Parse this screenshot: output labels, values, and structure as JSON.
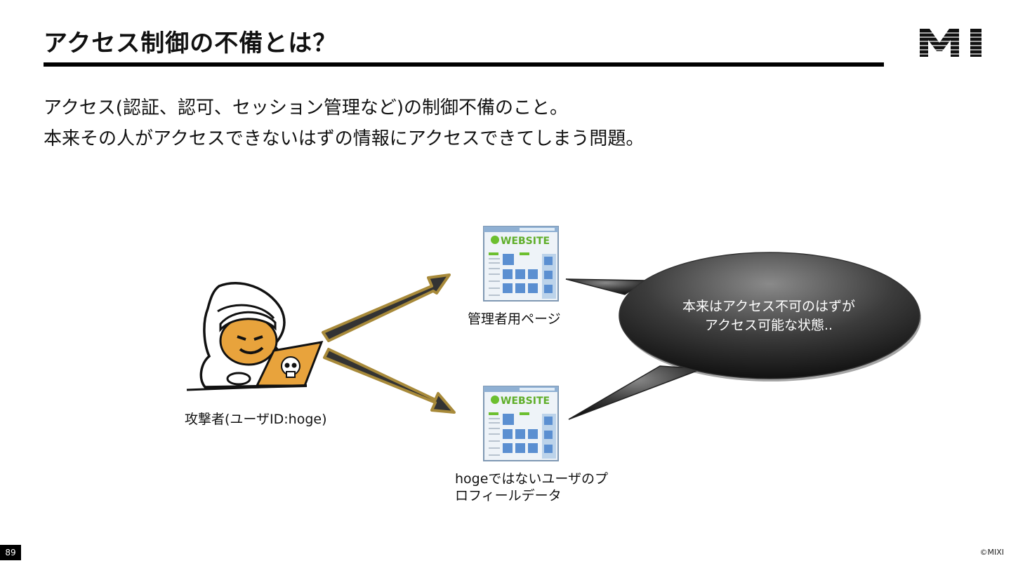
{
  "slide": {
    "title": "アクセス制御の不備とは？",
    "lines": [
      "アクセス(認証、認可、セッション管理など)の制御不備のこと。",
      "本来その人がアクセスできないはずの情報にアクセスできてしまう問題。"
    ],
    "page_number": "89",
    "copyright": "©MIXI"
  },
  "logo": {
    "text": "MI"
  },
  "diagram": {
    "attacker_label": "攻撃者(ユーザID:hoge)",
    "admin_page_label": "管理者用ページ",
    "profile_label_line1": "hogeではないユーザのプ",
    "profile_label_line2": "ロフィールデータ",
    "website_text": "WEBSITE",
    "bubble_line1": "本来はアクセス不可のはずが",
    "bubble_line2": "アクセス可能な状態.."
  }
}
